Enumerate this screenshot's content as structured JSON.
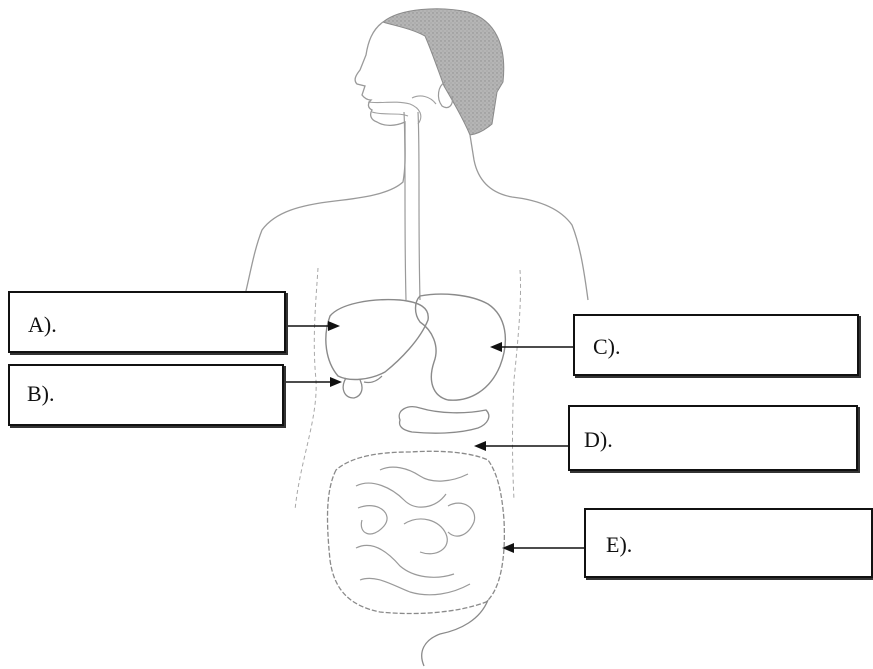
{
  "labels": {
    "a": "A).",
    "b": "B).",
    "c": "C).",
    "d": "D).",
    "e": "E)."
  },
  "colors": {
    "outline": "#8a8a8a",
    "hair": "#a8a8a8",
    "line": "#111111"
  }
}
